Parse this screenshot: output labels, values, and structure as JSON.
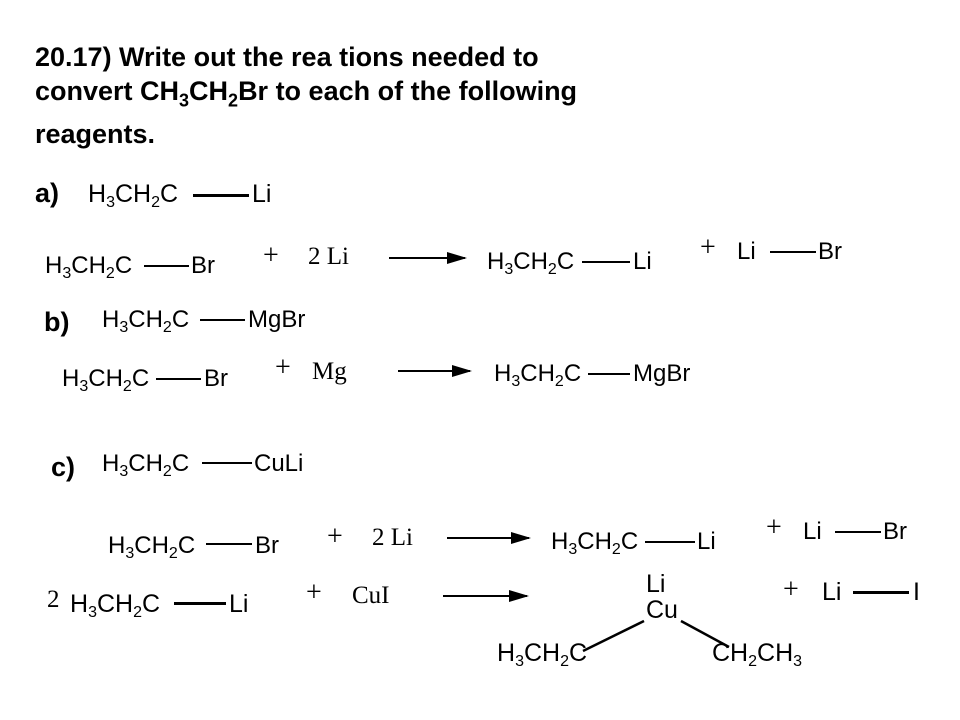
{
  "title": {
    "line1": "20.17)  Write out the rea tions needed to",
    "line2_pre": "convert CH",
    "line2_sub1": "3",
    "line2_mid": "CH",
    "line2_sub2": "2",
    "line2_post": "Br  to each of the following",
    "line3": "reagents."
  },
  "parts": {
    "a": {
      "label": "a)",
      "product": {
        "h": "H",
        "s1": "3",
        "ch": "CH",
        "s2": "2",
        "c": "C",
        "group": "Li"
      }
    },
    "b": {
      "label": "b)",
      "product": {
        "h": "H",
        "s1": "3",
        "ch": "CH",
        "s2": "2",
        "c": "C",
        "group": "MgBr"
      }
    },
    "c": {
      "label": "c)",
      "product": {
        "h": "H",
        "s1": "3",
        "ch": "CH",
        "s2": "2",
        "c": "C",
        "group": "CuLi"
      }
    }
  },
  "ethyl": {
    "h": "H",
    "s1": "3",
    "ch": "CH",
    "s2": "2",
    "c": "C"
  },
  "atoms": {
    "br": "Br",
    "li": "Li",
    "mgbr": "MgBr",
    "i": "I",
    "cu": "Cu",
    "ch2": "CH",
    "ch3": "CH",
    "s2": "2",
    "s3": "3"
  },
  "reagents": {
    "two_li": "2 Li",
    "mg": "Mg",
    "cui": "CuI",
    "coef2": "2",
    "plus": "+"
  }
}
